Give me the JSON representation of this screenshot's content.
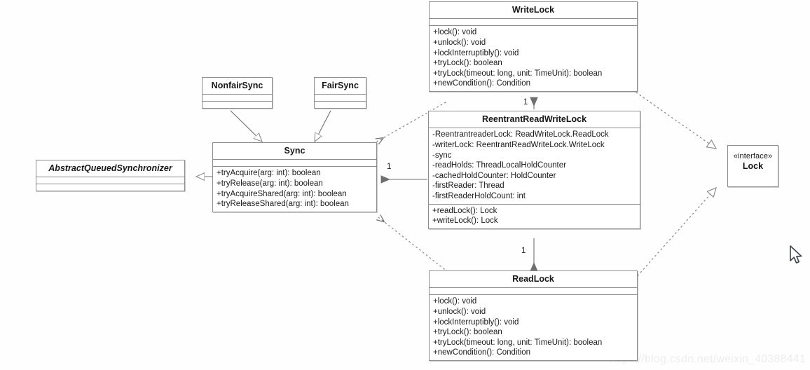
{
  "diagram": {
    "title": "ReentrantReadWriteLock UML class diagram",
    "background": "#fefefe",
    "line_color": "#8d8d8d",
    "text_color": "#1a1a1a",
    "watermark": "https://blog.csdn.net/weixin_40388441"
  },
  "classes": {
    "writelock": {
      "name": "WriteLock",
      "stereotype": "",
      "attributes": [],
      "operations": [
        "+lock(): void",
        "+unlock(): void",
        "+lockInterruptibly(): void",
        "+tryLock(): boolean",
        "+tryLock(timeout: long, unit: TimeUnit): boolean",
        "+newCondition(): Condition"
      ]
    },
    "reentrantreadwritelock": {
      "name": "ReentrantReadWriteLock",
      "stereotype": "",
      "attributes": [
        "-ReentrantreaderLock: ReadWriteLock.ReadLock",
        "-writerLock: ReentrantReadWriteLock.WriteLock",
        "-sync",
        "-readHolds: ThreadLocalHoldCounter",
        "-cachedHoldCounter: HoldCounter",
        "-firstReader: Thread",
        "-firstReaderHoldCount: int"
      ],
      "operations": [
        "+readLock(): Lock",
        "+writeLock(): Lock"
      ]
    },
    "readlock": {
      "name": "ReadLock",
      "stereotype": "",
      "attributes": [],
      "operations": [
        "+lock(): void",
        "+unlock(): void",
        "+lockInterruptibly(): void",
        "+tryLock(): boolean",
        "+tryLock(timeout: long, unit: TimeUnit): boolean",
        "+newCondition(): Condition"
      ]
    },
    "sync": {
      "name": "Sync",
      "stereotype": "",
      "attributes": [],
      "operations": [
        "+tryAcquire(arg: int): boolean",
        "+tryRelease(arg: int): boolean",
        "+tryAcquireShared(arg: int): boolean",
        "+tryReleaseShared(arg: int): boolean"
      ]
    },
    "nonfairsync": {
      "name": "NonfairSync",
      "stereotype": "",
      "attributes": [],
      "operations": []
    },
    "fairsync": {
      "name": "FairSync",
      "stereotype": "",
      "attributes": [],
      "operations": []
    },
    "aqs": {
      "name": "AbstractQueuedSynchronizer",
      "stereotype": "",
      "abstract": true,
      "attributes": [],
      "operations": []
    },
    "lock": {
      "name": "Lock",
      "stereotype": "«interface»",
      "attributes": [],
      "operations": []
    }
  },
  "relationships": [
    {
      "from": "NonfairSync",
      "to": "Sync",
      "type": "generalization",
      "label": ""
    },
    {
      "from": "FairSync",
      "to": "Sync",
      "type": "generalization",
      "label": ""
    },
    {
      "from": "Sync",
      "to": "AbstractQueuedSynchronizer",
      "type": "generalization",
      "label": ""
    },
    {
      "from": "ReentrantReadWriteLock",
      "to": "Sync",
      "type": "association",
      "label": "1"
    },
    {
      "from": "ReentrantReadWriteLock",
      "to": "WriteLock",
      "type": "association",
      "label": "1"
    },
    {
      "from": "ReentrantReadWriteLock",
      "to": "ReadLock",
      "type": "association",
      "label": "1"
    },
    {
      "from": "WriteLock",
      "to": "Sync",
      "type": "dependency",
      "label": ""
    },
    {
      "from": "ReadLock",
      "to": "Sync",
      "type": "dependency",
      "label": ""
    },
    {
      "from": "WriteLock",
      "to": "Lock",
      "type": "realization",
      "label": ""
    },
    {
      "from": "ReadLock",
      "to": "Lock",
      "type": "realization",
      "label": ""
    }
  ],
  "edge_labels": {
    "rrwl_to_sync": "1",
    "rrwl_to_writelock": "1",
    "rrwl_to_readlock": "1"
  }
}
